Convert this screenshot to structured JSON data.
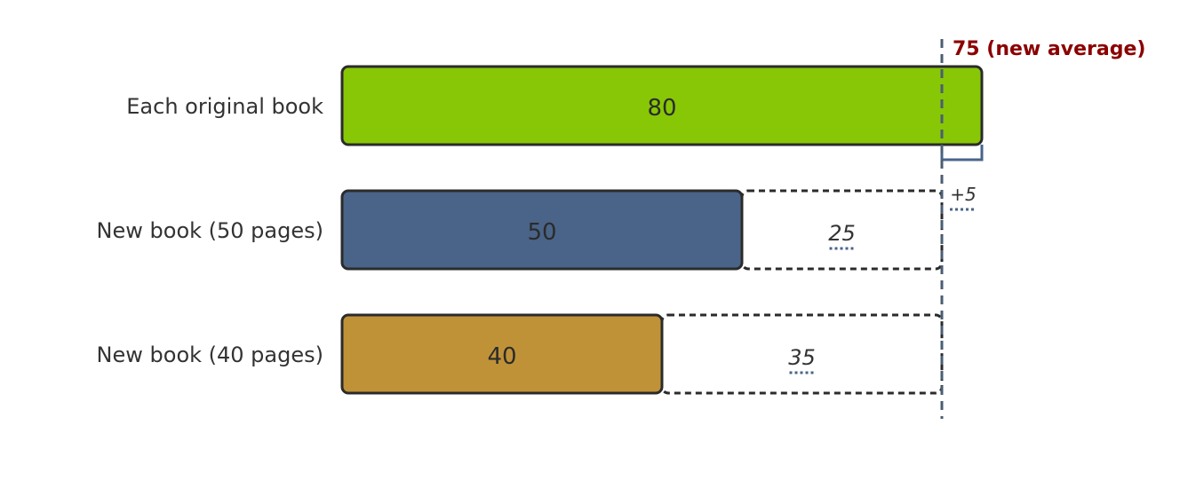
{
  "diagram": {
    "average": {
      "value": 75,
      "label": "75 (new average)",
      "color": "#8b0000",
      "line_color": "#4a5e73"
    },
    "rows": [
      {
        "label": "Each original book",
        "value": 80,
        "value_text": "80",
        "color": "#88c706"
      },
      {
        "label": "New book (50 pages)",
        "value": 50,
        "value_text": "50",
        "color": "#496488",
        "gap": 25,
        "gap_text": "25"
      },
      {
        "label": "New book (40 pages)",
        "value": 40,
        "value_text": "40",
        "color": "#c09238",
        "gap": 35,
        "gap_text": "35"
      }
    ],
    "excess": {
      "value": 5,
      "text": "+5",
      "color": "#496488"
    }
  }
}
